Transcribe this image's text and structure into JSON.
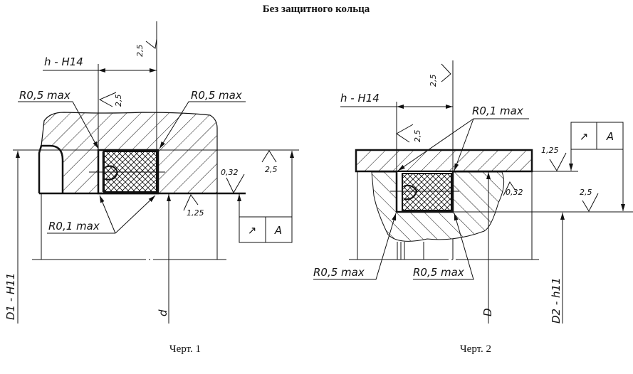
{
  "title": "Без защитного кольца",
  "figure1": {
    "caption": "Черт. 1",
    "groove_width": "h - H14",
    "radius_top_left": "R0,5 max",
    "radius_top_right": "R0,5 max",
    "radius_bottom": "R0,1 max",
    "roughness_top": "2,5",
    "roughness_groove_side": "2,5",
    "roughness_right_top": "2,5",
    "roughness_right_bottom": "0,32",
    "roughness_bottom": "1,25",
    "diameter_outer": "D1 - H11",
    "diameter_inner": "d",
    "runout_symbol": "↗",
    "datum": "A"
  },
  "figure2": {
    "caption": "Черт. 2",
    "groove_width": "h - H14",
    "radius_top": "R0,1 max",
    "radius_bottom_left": "R0,5 max",
    "radius_bottom_right": "R0,5 max",
    "roughness_top": "2,5",
    "roughness_groove_side": "2,5",
    "roughness_shaft": "1,25",
    "roughness_groove_bottom": "0,32",
    "roughness_right": "2,5",
    "diameter_shaft": "D",
    "diameter_groove": "D2 - h11",
    "runout_symbol": "↗",
    "datum": "A"
  }
}
